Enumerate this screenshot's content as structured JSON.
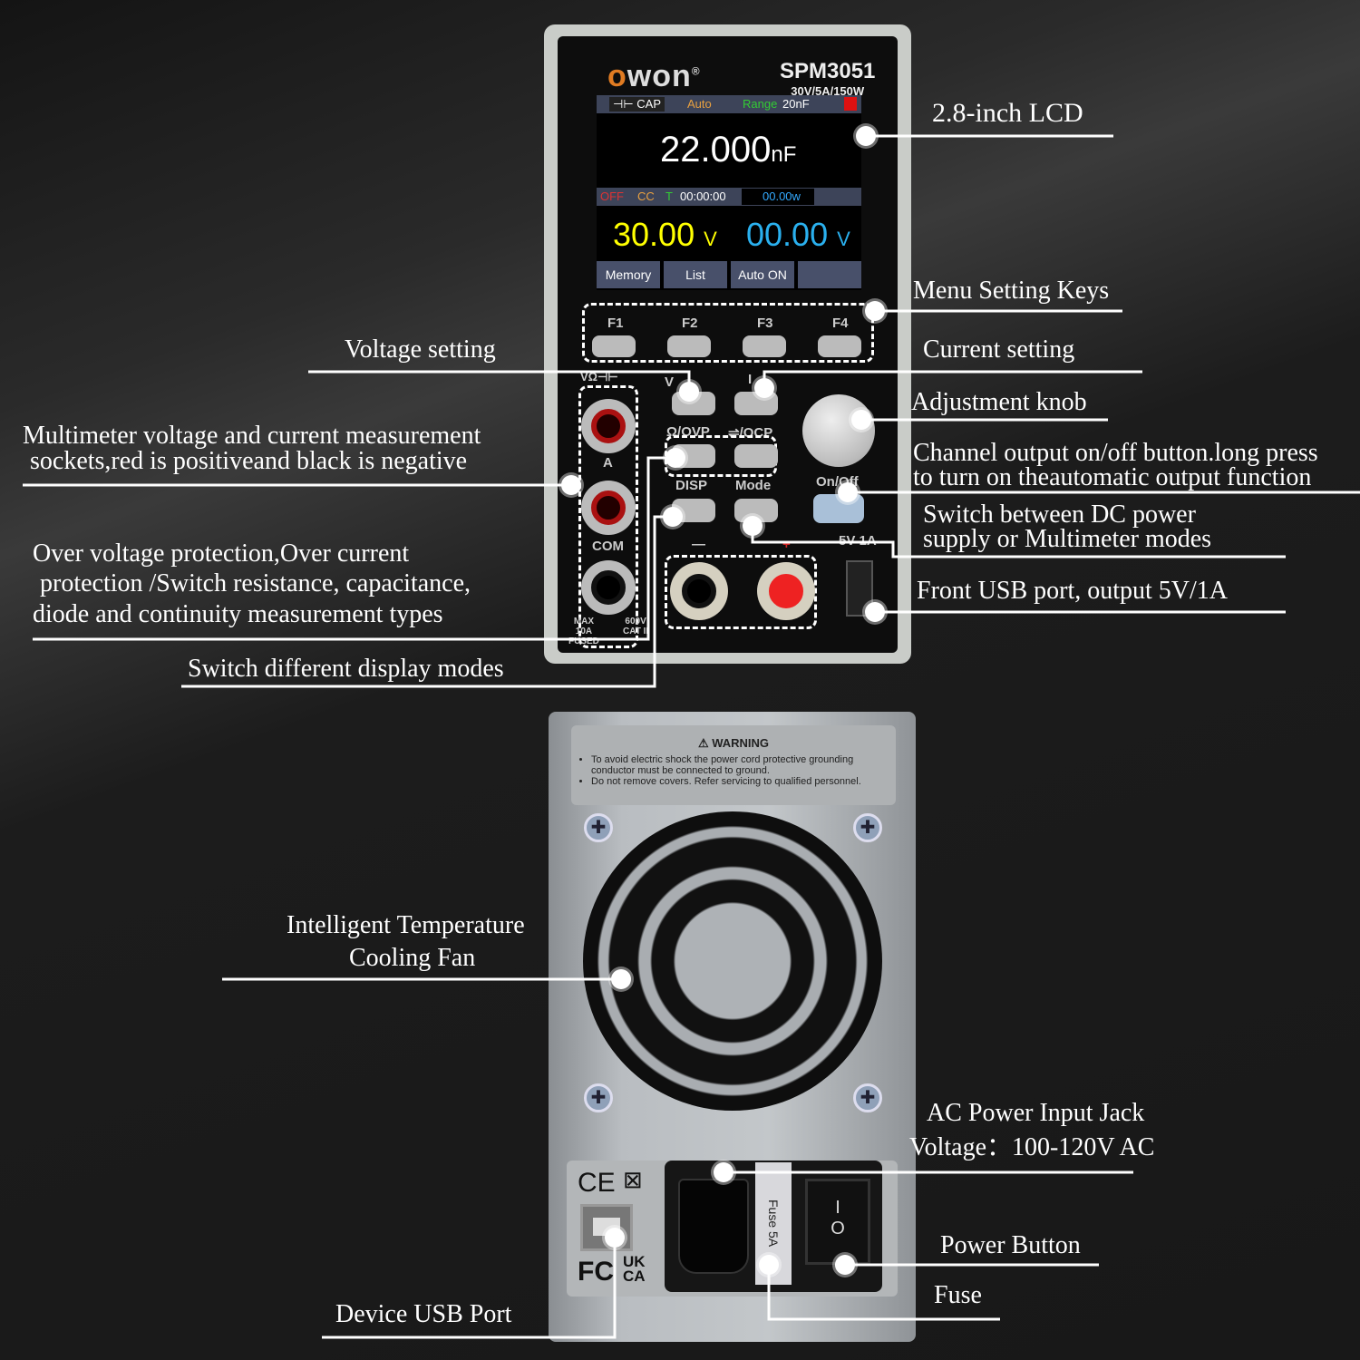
{
  "front": {
    "brand": "owon",
    "model": "SPM3051",
    "rating": "30V/5A/150W",
    "lcd": {
      "mode": "CAP",
      "auto": "Auto",
      "range_label": "Range",
      "range_value": "20nF",
      "reading": "22.000",
      "reading_unit": "nF",
      "output": "OFF",
      "cc": "CC",
      "t": "T",
      "timer": "00:00:00",
      "power": "00.00w",
      "set_voltage": "30.00",
      "set_voltage_unit": "V",
      "out_voltage": "00.00",
      "out_voltage_unit": "V",
      "softkeys": [
        "Memory",
        "List",
        "Auto ON",
        ""
      ]
    },
    "fkeys": [
      "F1",
      "F2",
      "F3",
      "F4"
    ],
    "key_labels": {
      "v": "V",
      "i": "I",
      "ovp": "Ω/OVP",
      "ocp": "⇌/OCP",
      "disp": "DISP",
      "mode": "Mode",
      "onoff": "On/Off",
      "usb": "5V 1A",
      "minus": "—",
      "plus": "+"
    },
    "socket_labels": {
      "top": "VΩ⊣⊢",
      "a": "A",
      "com": "COM",
      "max": "MAX\n10A\nFUSED",
      "cat": "600V\nCAT II"
    }
  },
  "back": {
    "warning_title": "WARNING",
    "warning_lines": [
      "To avoid electric shock the power cord protective grounding conductor must be connected to ground.",
      "Do not remove covers. Refer servicing to qualified personnel."
    ],
    "marks": {
      "ce": "CE",
      "fc": "FC",
      "ukca": "UK CA"
    },
    "fuse_label": "Fuse 5A",
    "switch_on": "I",
    "switch_off": "O"
  },
  "callouts": {
    "lcd": "2.8-inch LCD",
    "menu_keys": "Menu Setting Keys",
    "voltage": "Voltage setting",
    "current": "Current setting",
    "knob": "Adjustment knob",
    "onoff_1": "Channel output on/off button.long press",
    "onoff_2": "to turn on theautomatic output function",
    "mode_1": "Switch between DC power",
    "mode_2": "supply or Multimeter modes",
    "usb_front": "Front USB port, output 5V/1A",
    "sockets_1": "Multimeter voltage and current measurement",
    "sockets_2": "sockets,red is positiveand black is negative",
    "ovp_1": "Over voltage protection,Over current",
    "ovp_2": "protection /Switch resistance, capacitance,",
    "ovp_3": "diode and continuity measurement types",
    "disp": "Switch different display modes",
    "fan_1": "Intelligent Temperature",
    "fan_2": "Cooling Fan",
    "ac_1": "AC Power Input Jack",
    "ac_2": "Voltage：100-120V AC",
    "power": "Power Button",
    "fuse": "Fuse",
    "usb_device": "Device USB Port"
  }
}
